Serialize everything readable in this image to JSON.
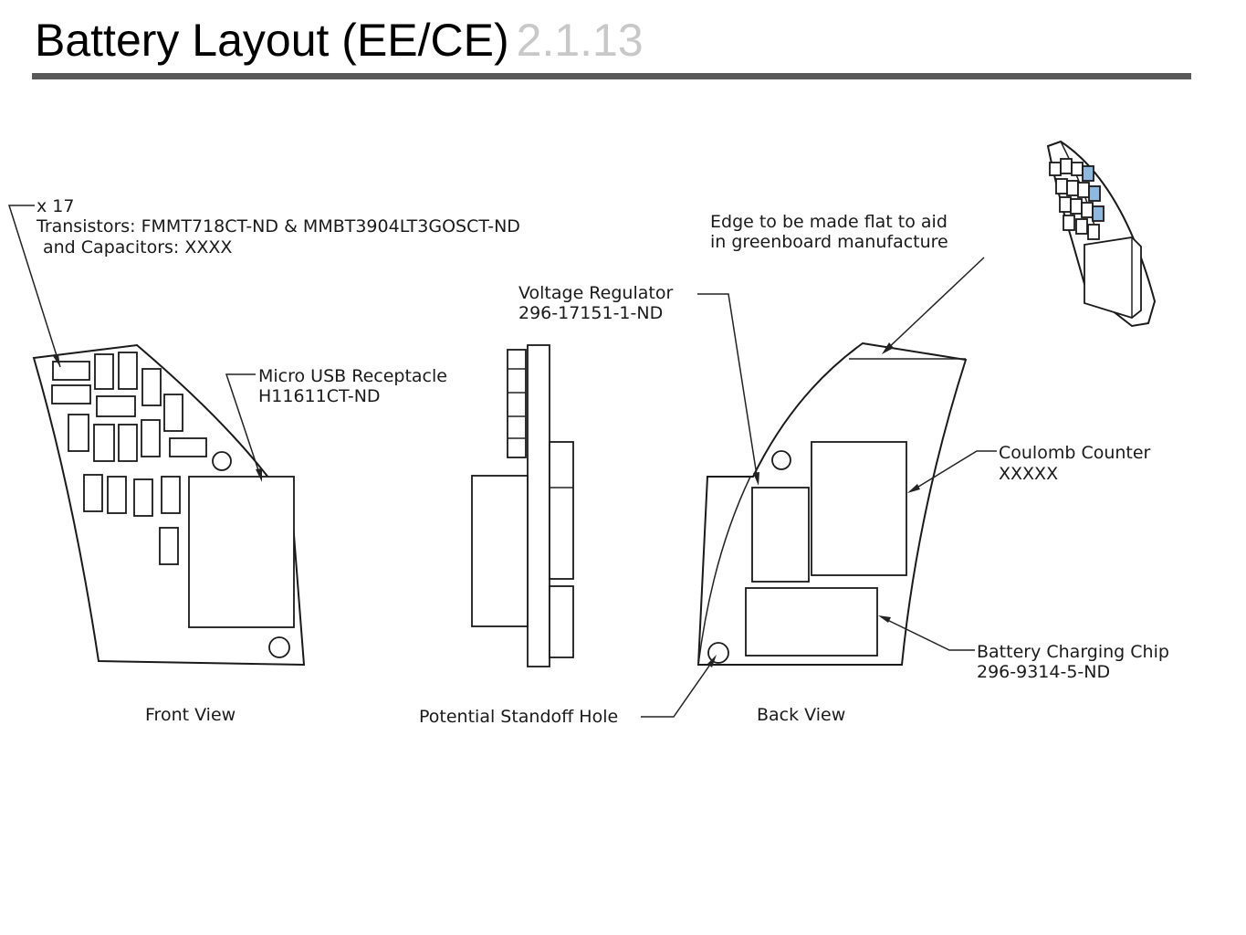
{
  "title": {
    "text": "Battery Layout (EE/CE)",
    "section": "2.1.13"
  },
  "colors": {
    "title_rule": "#595959",
    "section_number": "#c8c8c8",
    "line_art": "#1a1a1a",
    "iso_highlight": "#8fb8de"
  },
  "annotations": {
    "transistors": {
      "line1": "x 17",
      "line2": "Transistors: FMMT718CT-ND & MMBT3904LT3GOSCT-ND",
      "line3": "and Capacitors: XXXX"
    },
    "micro_usb": {
      "line1": "Micro USB Receptacle",
      "line2": "H11611CT-ND"
    },
    "voltage_regulator": {
      "line1": "Voltage Regulator",
      "line2": "296-17151-1-ND"
    },
    "edge_note": {
      "line1": "Edge to be made flat to aid",
      "line2": "in greenboard manufacture"
    },
    "coulomb_counter": {
      "line1": "Coulomb Counter",
      "line2": "XXXXX"
    },
    "charging_chip": {
      "line1": "Battery Charging Chip",
      "line2": "296-9314-5-ND"
    },
    "standoff_hole": {
      "label": "Potential Standoff Hole"
    }
  },
  "views": {
    "front": "Front View",
    "back": "Back View"
  }
}
